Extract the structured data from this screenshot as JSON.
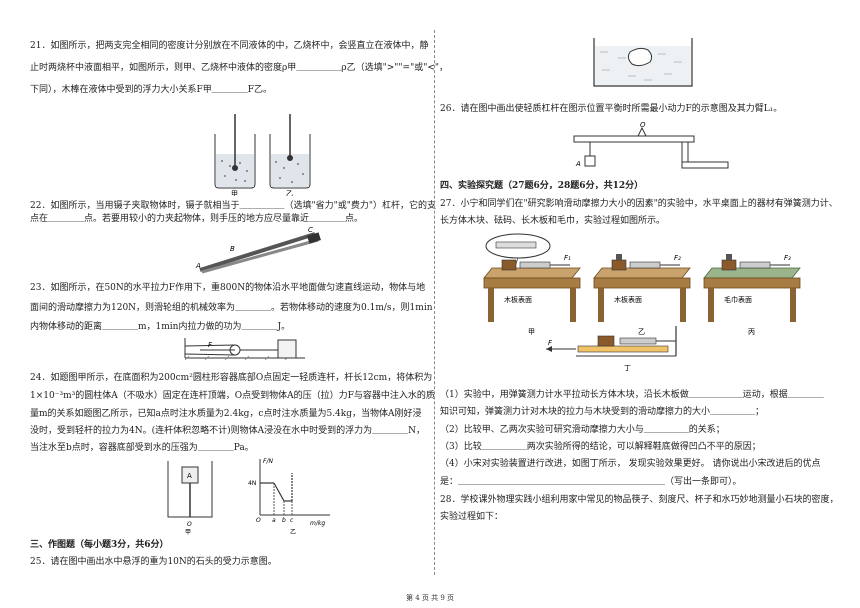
{
  "q21": {
    "l1": "21．如图所示，把两支完全相同的密度计分别放在不同液体的中，乙烧杯中，会竖直立在液体中，静",
    "l2": "止时两烧杯中液面相平，如图所示，则甲、乙烧杯中液体的密度ρ甲＿＿＿＿＿ρ乙（选填\">\"\"=\"或\"<\"，",
    "l3": "下同），木棒在液体中受到的浮力大小关系F甲＿＿＿＿F乙。",
    "fig_jia": "甲",
    "fig_yi": "乙"
  },
  "q22": {
    "l1": "22．如图所示，当用镊子夹取物体时，镊子就相当于＿＿＿＿＿（选填\"省力\"或\"费力\"）杠杆，它的支",
    "l2": "点在＿＿＿＿点。若要用较小的力夹起物体，则手压的地方应尽量靠近＿＿＿＿点。",
    "pa": "A",
    "pb": "B",
    "pc": "C"
  },
  "q23": {
    "l1": "23．如图所示，在50N的水平拉力F作用下，重800N的物体沿水平地面做匀速直线运动，物体与地",
    "l2": "面间的滑动摩擦力为120N，则滑轮组的机械效率为＿＿＿＿。若物体移动的速度为0.1m/s，则1min",
    "l3": "内物体移动的距离＿＿＿＿m，1min内拉力做的功为＿＿＿＿J。",
    "force": "F"
  },
  "q24": {
    "l1": "24．如题图甲所示，在底面积为200cm²圆柱形容器底部O点固定一轻质连杆，杆长12cm，将体积为",
    "l2": "1×10⁻³m³的圆柱体A（不吸水）固定在连杆顶端，O点受到物体A的压（拉）力F与容器中注入水的质",
    "l3": "量m的关系如题图乙所示，已知a点时注水质量为2.4kg，c点时注水质量为5.4kg，当物体A刚好浸",
    "l4": "没时，受到轻杆的拉力为4N。(连杆体积忽略不计)则物体A浸没在水中时受到的浮力为＿＿＿＿N，",
    "l5": "当注水至b点时，容器底部受到水的压强为＿＿＿＿Pa。",
    "label_a": "A",
    "label_o": "O",
    "y_axis": "F/N",
    "y_tick": "4N",
    "x_axis": "m/kg",
    "ta": "a",
    "tb": "b",
    "tc": "c",
    "jia": "甲",
    "yi": "乙"
  },
  "sec3": {
    "title": "三、作图题（每小题3分，共6分）",
    "q25": "25．请在图中画出水中悬浮的重为10N的石头的受力示意图。"
  },
  "q26": {
    "text": "26．请在图中画出使轻质杠杆在图示位置平衡时所需最小动力F的示意图及其力臂L₁。",
    "o": "O",
    "a": "A"
  },
  "sec4": {
    "title": "四、实验探究题（27题6分，28题6分，共12分）"
  },
  "q27": {
    "l1": "27．小宁和同学们在\"研究影响滑动摩擦力大小的因素\"的实验中，水平桌面上的器材有弹簧测力计、",
    "l2": "长方体木块、砝码、长木板和毛巾，实验过程如图所示。",
    "board1": "木板表面",
    "board2": "木板表面",
    "board3": "毛巾表面",
    "f1": "F₁",
    "f2": "F₂",
    "f3": "F₃",
    "jia": "甲",
    "yi": "乙",
    "bing": "丙",
    "ding": "丁",
    "f": "F",
    "s1": "（1）实验中，用弹簧测力计水平拉动长方体木块，沿长木板做＿＿＿＿＿＿运动，根据＿＿＿＿",
    "s1b": "知识可知，弹簧测力计对木块的拉力与木块受到的滑动摩擦力的大小＿＿＿＿＿；",
    "s2": "（2）比较甲、乙两次实验可研究滑动摩擦力大小与＿＿＿＿＿的关系；",
    "s3": "（3）比较＿＿＿＿＿两次实验所得的结论，可以解释鞋底做得凹凸不平的原因；",
    "s4": "（4）小宋对实验装置进行改进，如图丁所示，  发现实验效果更好。  请你说出小宋改进后的优点",
    "s4b": "是：＿＿＿＿＿＿＿＿＿＿＿＿＿＿＿＿＿＿＿＿＿＿＿（写出一条即可）。"
  },
  "q28": {
    "l1": "28．学校课外物理实践小组利用家中常见的物品筷子、刻度尺、杯子和水巧妙地测量小石块的密度，",
    "l2": "实验过程如下："
  },
  "footer": "第 4 页 共 9 页"
}
